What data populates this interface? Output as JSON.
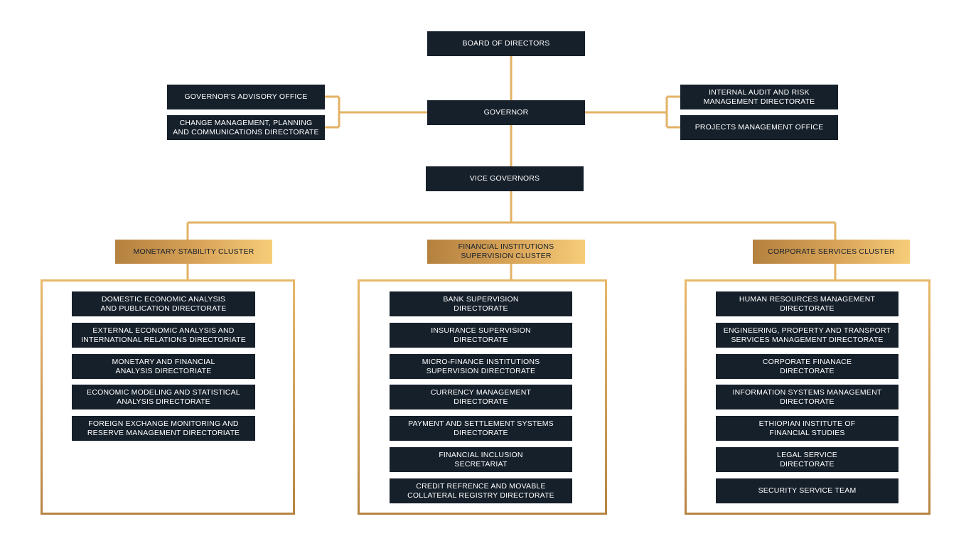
{
  "board": "BOARD OF DIRECTORS",
  "governor": "GOVERNOR",
  "vice_governors": "VICE GOVERNORS",
  "left_offices": [
    "GOVERNOR'S ADVISORY OFFICE",
    "CHANGE MANAGEMENT, PLANNING\nAND COMMUNICATIONS DIRECTORATE"
  ],
  "right_offices": [
    "INTERNAL AUDIT AND RISK\nMANAGEMENT DIRECTORATE",
    "PROJECTS MANAGEMENT OFFICE"
  ],
  "clusters": [
    {
      "name": "MONETARY STABILITY CLUSTER",
      "units": [
        "DOMESTIC ECONOMIC ANALYSIS\nAND PUBLICATION DIRECTORATE",
        "EXTERNAL ECONOMIC ANALYSIS AND\nINTERNATIONAL RELATIONS DIRECTORIATE",
        "MONETARY AND FINANCIAL\nANALYSIS DIRECTORIATE",
        "ECONOMIC MODELING AND STATISTICAL\nANALYSIS DIRECTORATE",
        "FOREIGN EXCHANGE MONITORING AND\nRESERVE MANAGEMENT DIRECTORIATE"
      ]
    },
    {
      "name": "FINANCIAL INSTITUTIONS\nSUPERVISION CLUSTER",
      "units": [
        "BANK SUPERVISION\nDIRECTORATE",
        "INSURANCE SUPERVISION\nDIRECTORATE",
        "MICRO-FINANCE INSTITUTIONS\nSUPERVISION DIRECTORATE",
        "CURRENCY MANAGEMENT\nDIRECTORATE",
        "PAYMENT AND SETTLEMENT SYSTEMS\nDIRECTORATE",
        "FINANCIAL INCLUSION\nSECRETARIAT",
        "CREDIT REFRENCE AND MOVABLE\nCOLLATERAL REGISTRY DIRECTORATE"
      ]
    },
    {
      "name": "CORPORATE SERVICES CLUSTER",
      "units": [
        "HUMAN RESOURCES MANAGEMENT\nDIRECTORATE",
        "ENGINEERING, PROPERTY AND TRANSPORT\nSERVICES MANAGEMENT DIRECTORATE",
        "CORPORATE FINANACE\nDIRECTORATE",
        "INFORMATION SYSTEMS MANAGEMENT\nDIRECTORATE",
        "ETHIOPIAN INSTITUTE OF\nFINANCIAL STUDIES",
        "LEGAL SERVICE\nDIRECTORATE",
        "SECURITY SERVICE TEAM"
      ]
    }
  ],
  "colors": {
    "box": "#16202b",
    "line": "#e1b062",
    "gold_start": "#b4813f",
    "gold_end": "#f6cc79"
  }
}
